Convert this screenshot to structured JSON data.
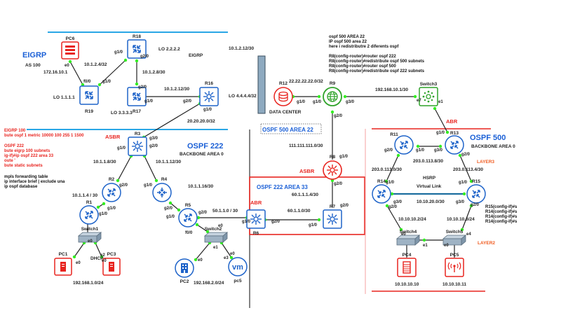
{
  "colors": {
    "router_blue": "#1e63c9",
    "pc_red": "#e8241f",
    "r9_green": "#2fa32a",
    "link_green_dot": "#33ee22",
    "area_red": "#e8241f",
    "top_blue_line": "#2aa7e6",
    "datacenter_bar": "#8eaac0"
  },
  "areas": {
    "eigrp": {
      "title": "EIGRP",
      "subtitle": "AS 100",
      "center_label": "EIGRP"
    },
    "ospf222": {
      "title": "OSPF 222",
      "subtitle": "BACKBONE AREA 0"
    },
    "ospf500_area22": {
      "title": "OSPF 500 AREA 22"
    },
    "ospf222_area33": {
      "title": "OSPF 222 AREA 33"
    },
    "ospf500": {
      "title": "OSPF 500",
      "subtitle": "BACKBONE AREA 0",
      "layer3": "LAYER3",
      "layer2": "LAYER2"
    }
  },
  "role_labels": {
    "asbr_r3": "ASBR",
    "asbr_r8": "ASBR",
    "abr_r6": "ABR",
    "abr_r13": "ABR"
  },
  "nodes": [
    {
      "id": "PC6",
      "label": "PC6",
      "type": "server"
    },
    {
      "id": "R18",
      "label": "R18",
      "type": "router-square"
    },
    {
      "id": "R19",
      "label": "R19",
      "type": "router-square"
    },
    {
      "id": "R17",
      "label": "R17",
      "type": "router-square"
    },
    {
      "id": "R16",
      "label": "R16",
      "type": "l3switch"
    },
    {
      "id": "R3",
      "label": "R3",
      "type": "l3switch"
    },
    {
      "id": "R2",
      "label": "R2",
      "type": "router"
    },
    {
      "id": "R4",
      "label": "R4",
      "type": "router-alt"
    },
    {
      "id": "R1",
      "label": "R1",
      "type": "router"
    },
    {
      "id": "R5",
      "label": "R5",
      "type": "router"
    },
    {
      "id": "Switch1",
      "label": "Switch1",
      "type": "switch"
    },
    {
      "id": "Switch2",
      "label": "Switch2",
      "type": "switch"
    },
    {
      "id": "PC1",
      "label": "PC1",
      "type": "server"
    },
    {
      "id": "PC3",
      "label": "PC3",
      "type": "server"
    },
    {
      "id": "PC2",
      "label": "PC2",
      "type": "building"
    },
    {
      "id": "pc5",
      "label": "pc5",
      "type": "vm"
    },
    {
      "id": "R12",
      "label": "R12",
      "type": "database"
    },
    {
      "id": "R9",
      "label": "R9",
      "type": "globe"
    },
    {
      "id": "Switch3",
      "label": "Switch3",
      "type": "green-switch"
    },
    {
      "id": "R8",
      "label": "R8",
      "type": "red-hub"
    },
    {
      "id": "R6",
      "label": "R6",
      "type": "l3switch"
    },
    {
      "id": "R7",
      "label": "R7",
      "type": "l3switch"
    },
    {
      "id": "R11",
      "label": "R11",
      "type": "router"
    },
    {
      "id": "R13",
      "label": "R13",
      "type": "router"
    },
    {
      "id": "R14",
      "label": "R14",
      "type": "router"
    },
    {
      "id": "R15",
      "label": "R15",
      "type": "router"
    },
    {
      "id": "Switch4",
      "label": "Switch4",
      "type": "switch"
    },
    {
      "id": "Switch5",
      "label": "Switch5",
      "type": "switch"
    },
    {
      "id": "PC4",
      "label": "PC4",
      "type": "server-list"
    },
    {
      "id": "PC5",
      "label": "PC5",
      "type": "wireless"
    }
  ],
  "datacenter": {
    "label": "DATA CENTER"
  },
  "links": [
    {
      "a": "PC6",
      "b": "R19",
      "a_if": "e0",
      "b_if": "f0/0"
    },
    {
      "a": "R19",
      "b": "R18",
      "a_if": "g1/0",
      "b_if": "g1/0"
    },
    {
      "a": "R18",
      "b": "R17",
      "a_if": "g2/0",
      "b_if": "g2/0"
    },
    {
      "a": "R17",
      "b": "R16",
      "a_if": "g1/0",
      "b_if": "g2/0"
    },
    {
      "a": "R16",
      "b": "R3",
      "a_if": "g1/0",
      "b_if": "g3/0"
    },
    {
      "a": "R3",
      "b": "R2",
      "a_if": "g1/0",
      "b_if": "g2/0"
    },
    {
      "a": "R3",
      "b": "R4",
      "a_if": "g2/0",
      "b_if": "g1/0"
    },
    {
      "a": "R2",
      "b": "R1",
      "a_if": "g1/0",
      "b_if": "g1/0"
    },
    {
      "a": "R4",
      "b": "R5",
      "a_if": "g2/0",
      "b_if": "g1/0"
    },
    {
      "a": "R1",
      "b": "Switch1",
      "a_if": "",
      "b_if": ""
    },
    {
      "a": "Switch1",
      "b": "PC1",
      "a_if": "e0",
      "b_if": "e0"
    },
    {
      "a": "Switch1",
      "b": "PC3",
      "a_if": "e2",
      "b_if": "e0"
    },
    {
      "a": "R5",
      "b": "Switch2",
      "a_if": "f0/0",
      "b_if": "e0"
    },
    {
      "a": "Switch2",
      "b": "PC2",
      "a_if": "e1",
      "b_if": "e0"
    },
    {
      "a": "Switch2",
      "b": "pc5",
      "a_if": "e3",
      "b_if": "e0"
    },
    {
      "a": "R5",
      "b": "R6",
      "a_if": "g2/0",
      "b_if": "g1/0"
    },
    {
      "a": "R6",
      "b": "R7",
      "a_if": "g2/0",
      "b_if": "g1/0"
    },
    {
      "a": "R7",
      "b": "R8",
      "a_if": "g2/0",
      "b_if": "g2/0"
    },
    {
      "a": "R8",
      "b": "R9",
      "a_if": "g1/0",
      "b_if": "g2/0"
    },
    {
      "a": "R12",
      "b": "R9",
      "a_if": "g1/0",
      "b_if": "g1/0"
    },
    {
      "a": "R9",
      "b": "Switch3",
      "a_if": "g3/0",
      "b_if": "e7"
    },
    {
      "a": "Switch3",
      "b": "R13",
      "a_if": "e1",
      "b_if": "g1/0"
    },
    {
      "a": "R11",
      "b": "R13",
      "a_if": "g1/0",
      "b_if": "g3/0"
    },
    {
      "a": "R11",
      "b": "R14",
      "a_if": "g2/0",
      "b_if": "g1/0"
    },
    {
      "a": "R13",
      "b": "R15",
      "a_if": "g2/0",
      "b_if": "g1/0"
    },
    {
      "a": "R14",
      "b": "R15",
      "a_if": "g3/0",
      "b_if": "g3/0"
    },
    {
      "a": "R14",
      "b": "Switch4",
      "a_if": "g2/0",
      "b_if": "e0"
    },
    {
      "a": "R15",
      "b": "Switch5",
      "a_if": "g2/0",
      "b_if": "e4"
    },
    {
      "a": "Switch4",
      "b": "Switch5",
      "a_if": "e1",
      "b_if": "e0"
    },
    {
      "a": "Switch4",
      "b": "PC4",
      "a_if": "",
      "b_if": ""
    },
    {
      "a": "Switch5",
      "b": "PC5",
      "a_if": "",
      "b_if": ""
    }
  ],
  "subnet_labels": {
    "pc6_ip": "172.16.10.1",
    "r19_lo": "LO 1.1.1.1",
    "r18_lo": "LO 2.2.2.2",
    "r17_lo": "LO 3.3.3.3",
    "r16_lo": "LO 4.4.4.4/32",
    "r19_r18": "10.1.2.4/32",
    "r18_r17": "10.1.2.8/30",
    "r17_r16": "10.1.2.12/30",
    "top_right": "10.1.2.12/30",
    "r16_r3": "20.20.20.0/32",
    "r3_r2": "10.1.1.8/30",
    "r3_r4": "10.1.1.12/30",
    "r2_r1": "10.1.1.4 / 30",
    "r4_r5": "10.1.1.16/30",
    "r5_r6": "50.1.1.0 / 30",
    "lan1": "192.168.1.0/24",
    "lan2": "192.168.2.0/24",
    "dhcp": "DHCP",
    "r12_r9": "22.22.22.22.0/32",
    "r9_sw3": "192.168.10.1/30",
    "r8_r9": "111.111.111.0/30",
    "r7_r8": "60.1.1.1.4/30",
    "r6_r7": "60.1.1.0/30",
    "r11_r13": "203.0.113.8/30",
    "r11_r14": "203.0.113.0/30",
    "r13_r15": "203.0.113.4/30",
    "r14_r15": "10.10.20.0/30",
    "hsrp": "HSRP",
    "virtual_link": "Virtual Link",
    "sw4_ip": "10.10.10.2/24",
    "sw5_ip": "10.10.10.3/24",
    "pc4_ip": "10.10.10.10",
    "pc5_ip": "10.10.10.11"
  },
  "notes": {
    "ospf500_top": [
      "ospf 500 AREA 22",
      "IP ospf 500 area 22",
      "here i redistributre 2 diferents ospf",
      "",
      "R8(config-router)#router ospf 222",
      "R8(config-router)#redistribute ospf 500 subnets",
      "R8(config-router)#router ospf 500",
      "R8(config-router)#redistribute ospf 222 subnets"
    ],
    "left_red": [
      "EIGRP 100",
      "bute ospf 1 metric 10000 100 255 1 1500",
      "",
      "OSPF 222",
      "bute eigrp 100 subnets",
      "ig-if)#ip ospf 222 area 33",
      "oute '",
      "bute static subnets"
    ],
    "left_black": [
      "mpls forwarding table",
      "ip interface brief | exclude una",
      "ip ospf database"
    ],
    "right_config": [
      "R15(config-if)#s",
      "R14(config-if)#s",
      "R14(config-if)#s",
      "R14(config-if)#s"
    ]
  }
}
